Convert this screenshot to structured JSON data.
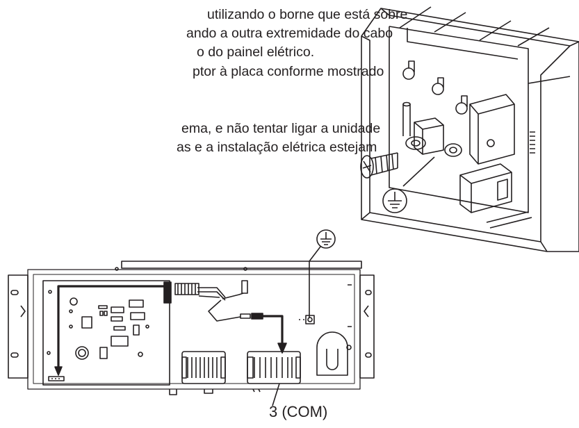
{
  "text": {
    "para1": [
      "utilizando o borne que está sobre",
      "ando a outra extremidade do cabo",
      "o do painel elétrico."
    ],
    "para2": [
      "ptor à placa conforme mostrado"
    ],
    "para3": [
      "ema, e não tentar ligar a unidade",
      "as e a instalação elétrica estejam"
    ]
  },
  "diagram": {
    "terminal_label": "3 (COM)"
  }
}
